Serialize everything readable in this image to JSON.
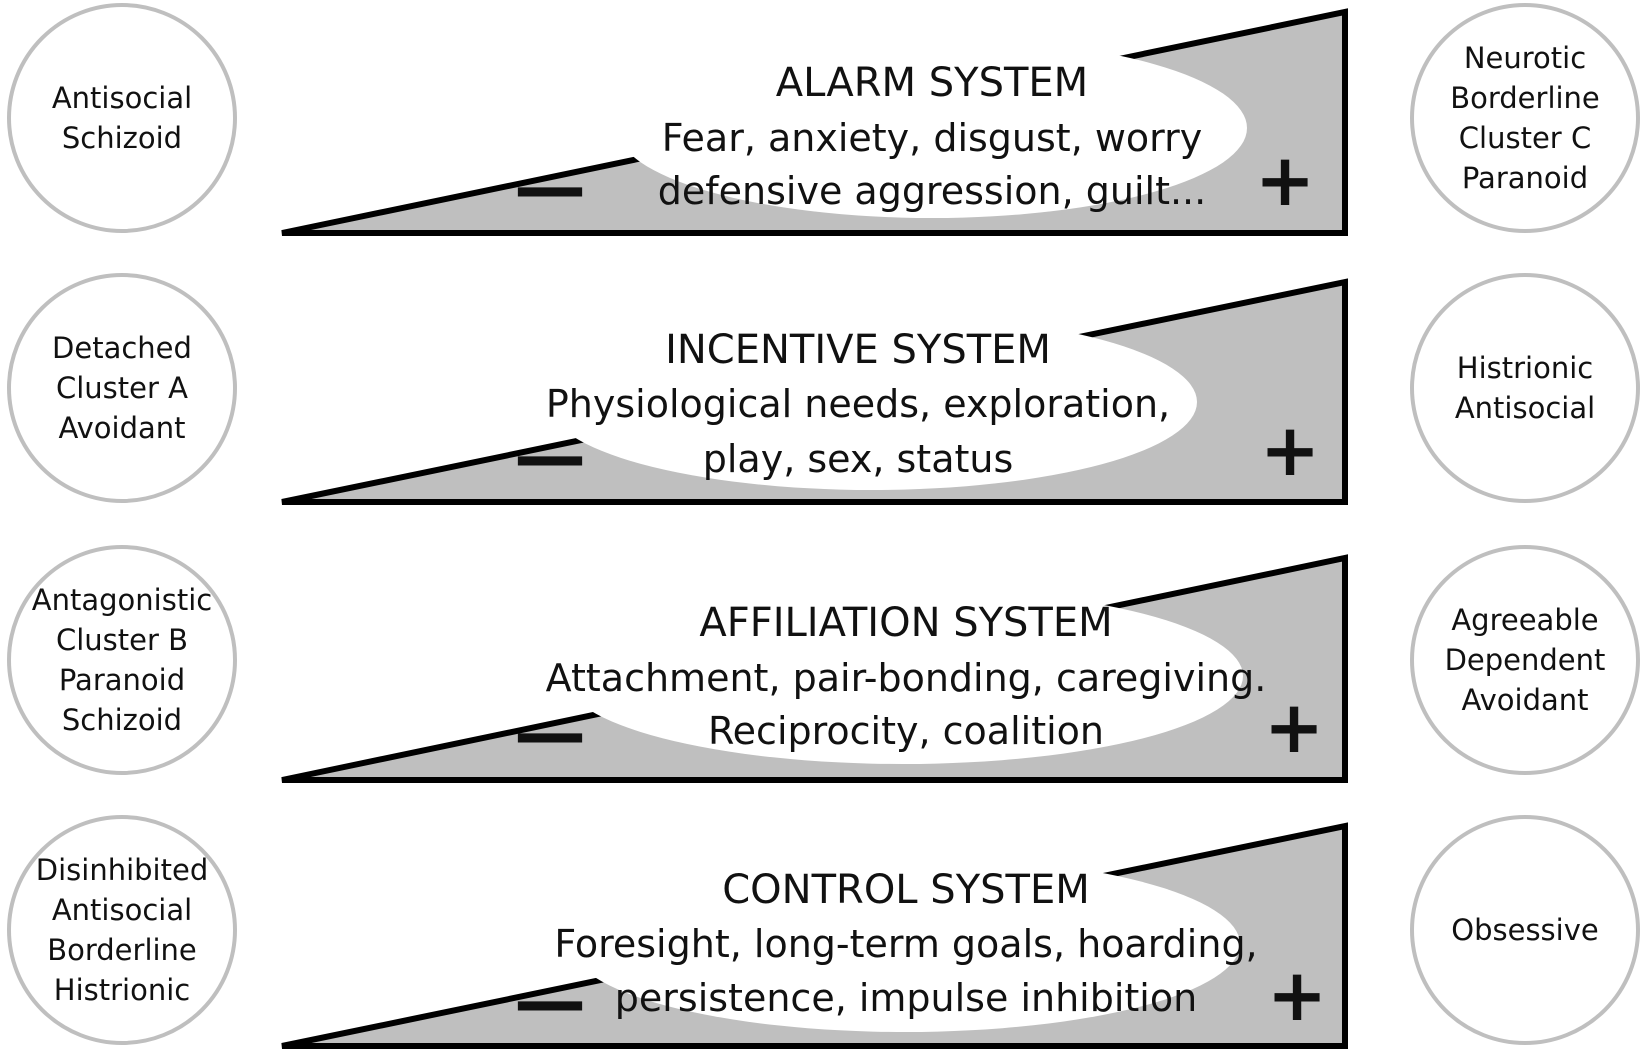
{
  "colors": {
    "wedge_fill": "#bfbfbf",
    "stroke": "#000000",
    "circle_stroke": "#bfbfbf",
    "background": "#ffffff"
  },
  "rows": [
    {
      "title": "ALARM SYSTEM",
      "description_lines": [
        "Fear, anxiety, disgust, worry",
        "defensive aggression, guilt..."
      ],
      "low_sign": "—",
      "high_sign": "+",
      "low_traits": [
        "Antisocial",
        "Schizoid"
      ],
      "high_traits": [
        "Neurotic",
        "Borderline",
        "Cluster C",
        "Paranoid"
      ]
    },
    {
      "title": "INCENTIVE SYSTEM",
      "description_lines": [
        "Physiological needs, exploration,",
        "play, sex, status"
      ],
      "low_sign": "—",
      "high_sign": "+",
      "low_traits": [
        "Detached",
        "Cluster A",
        "Avoidant"
      ],
      "high_traits": [
        "Histrionic",
        "Antisocial"
      ]
    },
    {
      "title": "AFFILIATION SYSTEM",
      "description_lines": [
        "Attachment, pair-bonding, caregiving.",
        "Reciprocity, coalition"
      ],
      "low_sign": "—",
      "high_sign": "+",
      "low_traits": [
        "Antagonistic",
        "Cluster B",
        "Paranoid",
        "Schizoid"
      ],
      "high_traits": [
        "Agreeable",
        "Dependent",
        "Avoidant"
      ]
    },
    {
      "title": "CONTROL SYSTEM",
      "description_lines": [
        "Foresight, long-term goals, hoarding,",
        "persistence, impulse inhibition"
      ],
      "low_sign": "—",
      "high_sign": "+",
      "low_traits": [
        "Disinhibited",
        "Antisocial",
        "Borderline",
        "Histrionic"
      ],
      "high_traits": [
        "Obsessive"
      ]
    }
  ]
}
